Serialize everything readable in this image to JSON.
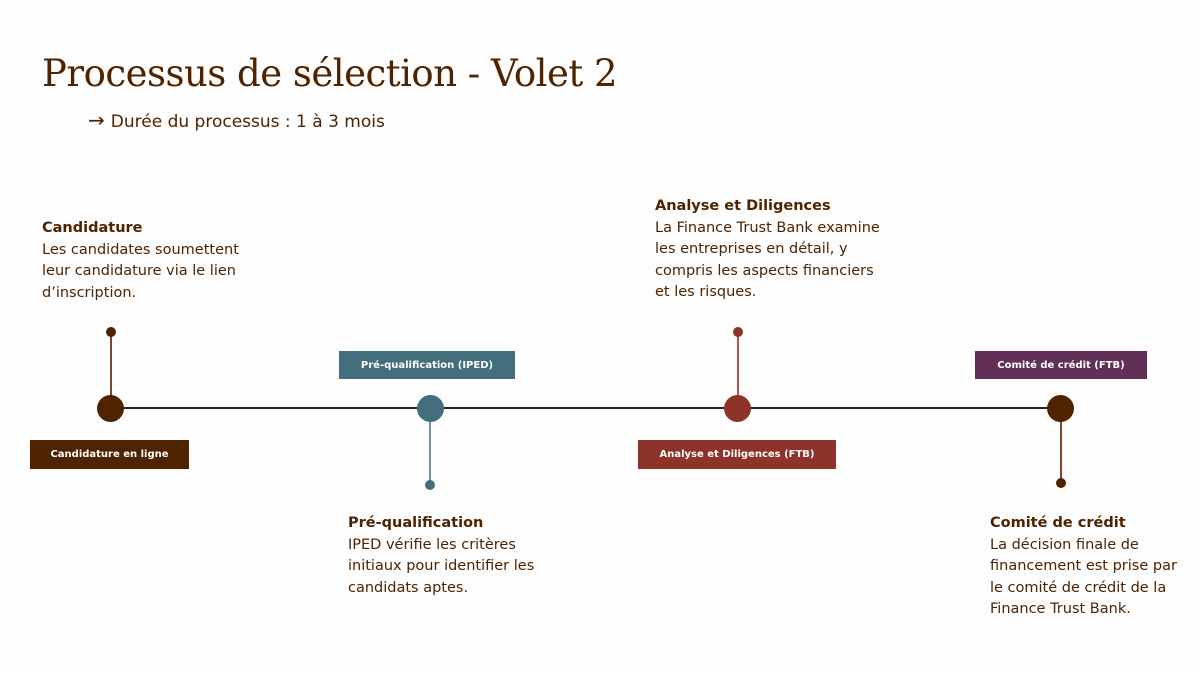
{
  "title": "Processus de sélection - Volet 2",
  "subtitle": "Durée du processus : 1 à 3 mois",
  "colors": {
    "brown": "#4f2300",
    "teal": "#436e7b",
    "red": "#8e3329",
    "purple": "#622f57"
  },
  "steps": [
    {
      "label": "Candidature en ligne",
      "heading": "Candidature",
      "text": "Les candidates soumettent leur candidature via le lien d’inscription."
    },
    {
      "label": "Pré-qualification (IPED)",
      "heading": "Pré-qualification",
      "text": "IPED vérifie les critères initiaux pour identifier les candidats aptes."
    },
    {
      "label": "Analyse et Diligences (FTB)",
      "heading": "Analyse et Diligences",
      "text": "La Finance Trust Bank examine les entreprises en détail, y compris les aspects financiers et les risques."
    },
    {
      "label": "Comité de crédit (FTB)",
      "heading": "Comité de crédit",
      "text": "La décision finale de financement est prise par le comité de crédit de la Finance Trust Bank."
    }
  ]
}
